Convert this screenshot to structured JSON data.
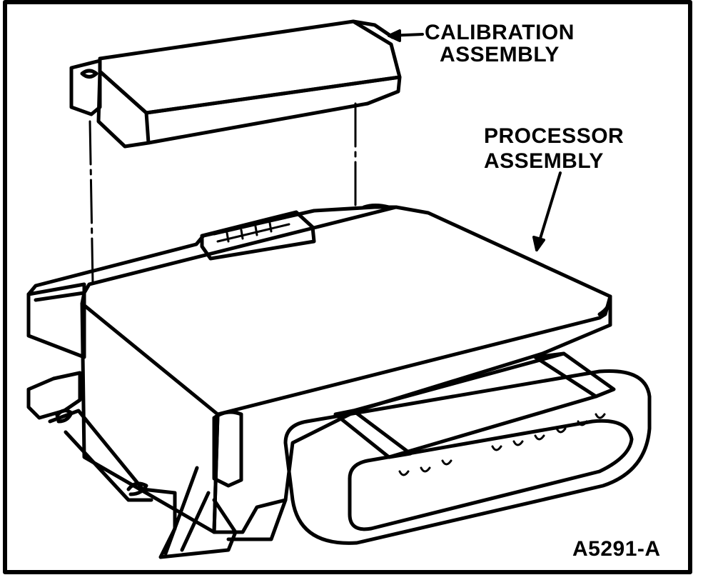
{
  "labels": {
    "calibration": [
      "CALIBRATION",
      "ASSEMBLY"
    ],
    "processor": [
      "PROCESSOR",
      "ASSEMBLY"
    ],
    "figure_code": "A5291-A"
  },
  "colors": {
    "ink": "#000000",
    "paper": "#ffffff"
  }
}
